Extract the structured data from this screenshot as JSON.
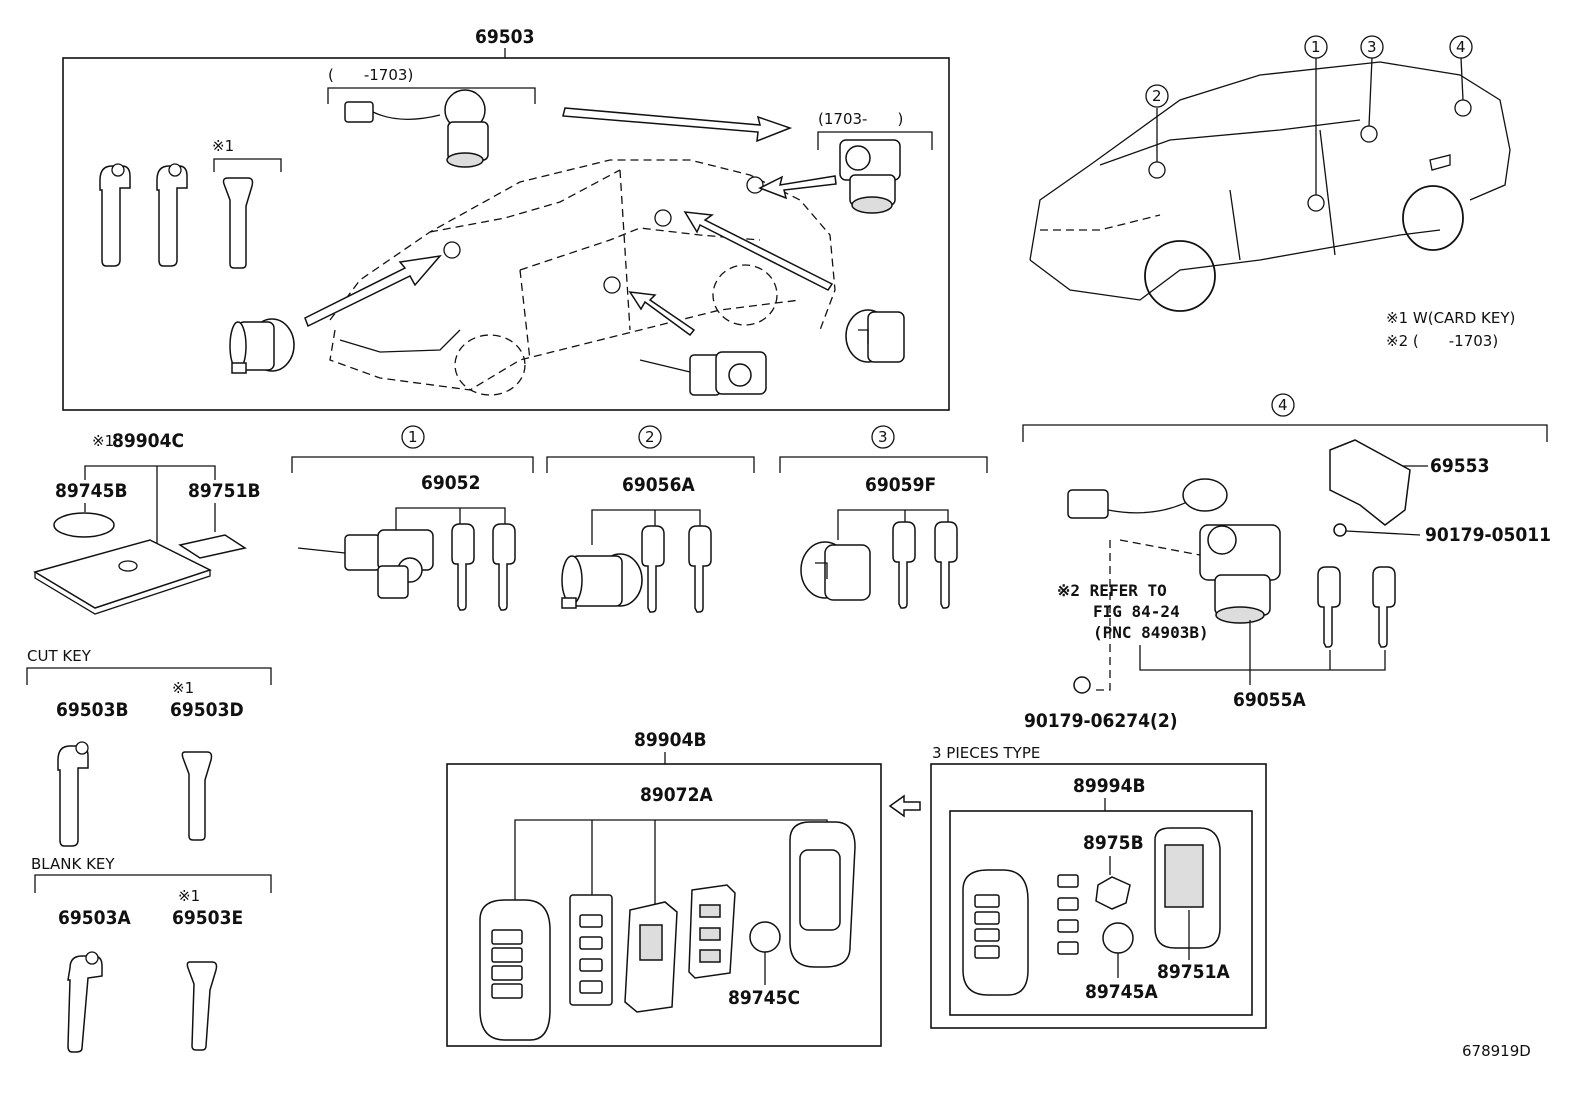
{
  "callouts": {
    "assy_top": "69503",
    "range_left": "(　　-1703)",
    "range_right": "(1703-　　)",
    "mark1_top": "※1",
    "card_key_set": "89904C",
    "card_key_mark": "※1",
    "card_battery": "89745B",
    "card_label": "89751B",
    "circle1": "1",
    "circle2": "2",
    "circle3": "3",
    "circle4": "4",
    "set1": "69052",
    "set2": "69056A",
    "set3": "69059F",
    "set4": "69055A",
    "cover": "69553",
    "screw_top": "90179-05011",
    "screw_bottom": "90179-06274(2)",
    "refer_line1": "※2 REFER TO",
    "refer_line2": "FIG 84-24",
    "refer_line3": "(PNC 84903B)",
    "cut_key_title": "CUT KEY",
    "cut_key_a": "69503B",
    "cut_key_b": "69503D",
    "cut_key_b_mark": "※1",
    "blank_key_title": "BLANK KEY",
    "blank_key_a": "69503A",
    "blank_key_b": "69503E",
    "blank_key_b_mark": "※1",
    "transmitter_assy": "89904B",
    "transmitter_sub": "89072A",
    "transmitter_battery": "89745C",
    "three_pieces_title": "3 PIECES TYPE",
    "three_pieces_assy": "89994B",
    "three_pieces_case": "8975B",
    "three_pieces_battery": "89745A",
    "three_pieces_label": "89751A",
    "note1": "※1 W(CARD KEY)",
    "note2": "※2 (　　-1703)",
    "diagram_id": "678919D"
  }
}
